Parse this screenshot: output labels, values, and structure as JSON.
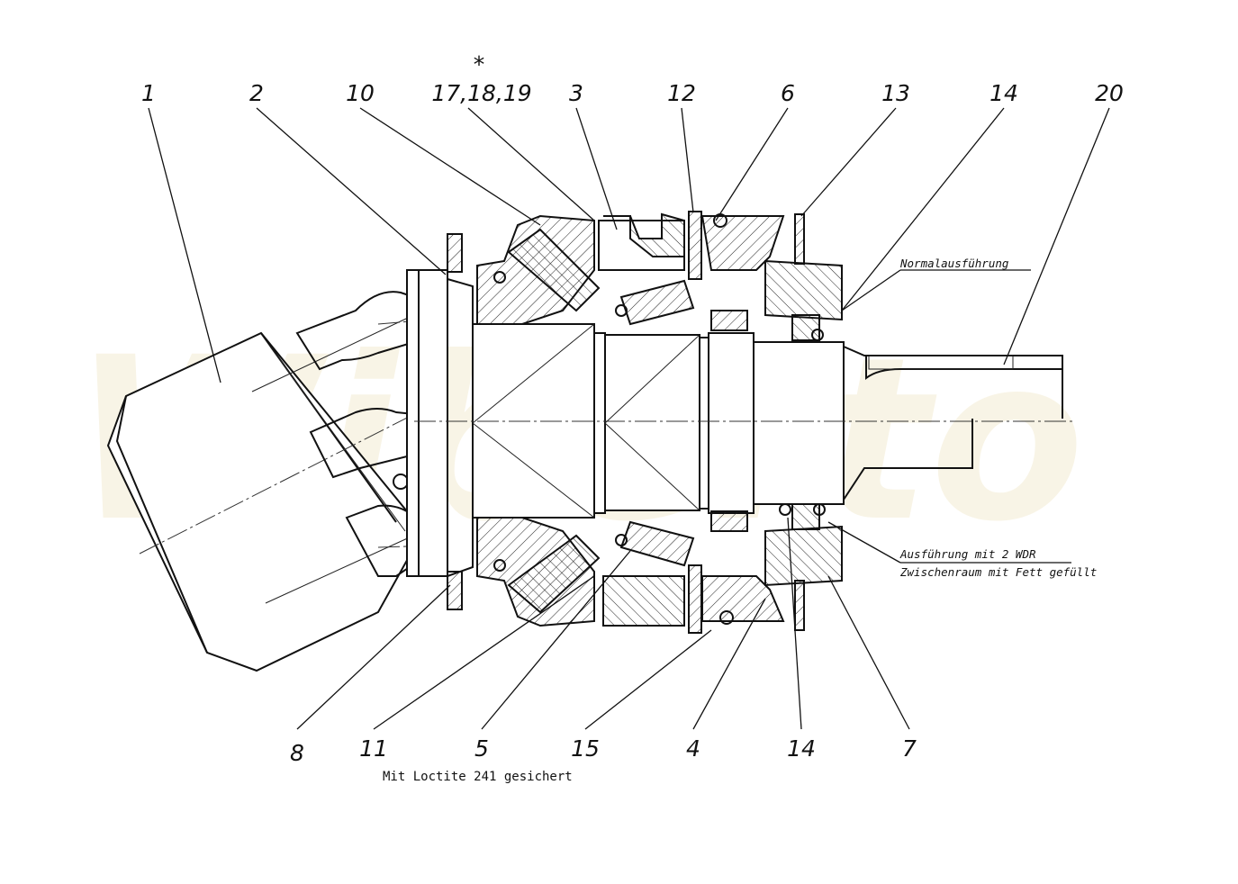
{
  "watermark": "Wiberto",
  "star_marker": "*",
  "top_labels": [
    "1",
    "2",
    "10",
    "17,18,19",
    "3",
    "12",
    "6",
    "13",
    "14",
    "20"
  ],
  "bottom_labels": [
    "8",
    "11",
    "5",
    "15",
    "4",
    "14",
    "7"
  ],
  "notes": {
    "normal": "Normalausführung",
    "option_line1": "Ausführung mit 2 WDR",
    "option_line2": "Zwischenraum mit Fett gefüllt",
    "loctite": "Mit Loctite 241 gesichert"
  }
}
